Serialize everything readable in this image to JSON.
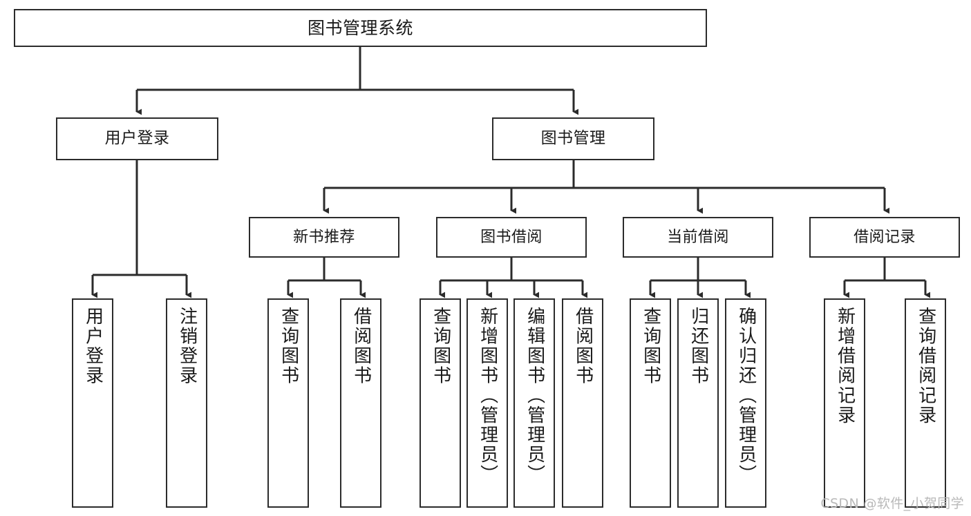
{
  "diagram": {
    "title": "图书管理系统",
    "type": "tree",
    "root": {
      "label": "图书管理系统"
    },
    "level2": [
      {
        "label": "用户登录"
      },
      {
        "label": "图书管理"
      }
    ],
    "level3": [
      {
        "label": "新书推荐"
      },
      {
        "label": "图书借阅"
      },
      {
        "label": "当前借阅"
      },
      {
        "label": "借阅记录"
      }
    ],
    "leaves": {
      "user_login": [
        {
          "label": "用户登录"
        },
        {
          "label": "注销登录"
        }
      ],
      "new_book": [
        {
          "label": "查询图书"
        },
        {
          "label": "借阅图书"
        }
      ],
      "book_borrow": [
        {
          "label": "查询图书"
        },
        {
          "label": "新增图书（管理员）"
        },
        {
          "label": "编辑图书（管理员）"
        },
        {
          "label": "借阅图书"
        }
      ],
      "current_borrow": [
        {
          "label": "查询图书"
        },
        {
          "label": "归还图书"
        },
        {
          "label": "确认归还（管理员）"
        }
      ],
      "borrow_record": [
        {
          "label": "新增借阅记录"
        },
        {
          "label": "查询借阅记录"
        }
      ]
    }
  },
  "watermark": {
    "text": "CSDN @软件_小贺同学"
  },
  "colors": {
    "stroke": "#2b2b2b",
    "background": "#ffffff",
    "text": "#1a1a1a",
    "watermark": "#b9b9b9"
  }
}
